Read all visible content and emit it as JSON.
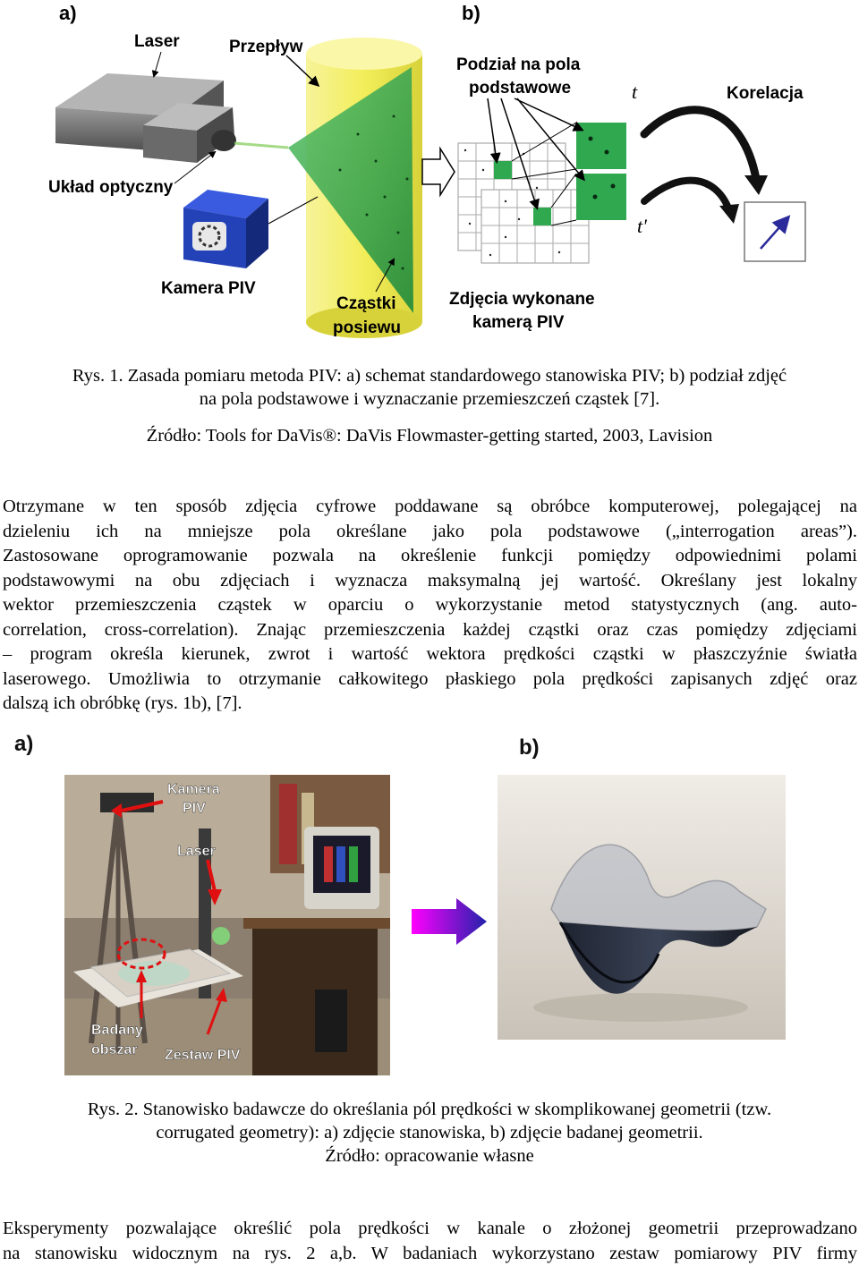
{
  "figure1": {
    "panel_a": "a)",
    "panel_b": "b)",
    "labels": {
      "laser": "Laser",
      "flow": "Przepływ",
      "optics": "Układ optyczny",
      "camera": "Kamera PIV",
      "seed_line1": "Cząstki",
      "seed_line2": "posiewu",
      "split_line1": "Podział na pola",
      "split_line2": "podstawowe",
      "t": "t",
      "t_prime": "t'",
      "correlation": "Korelacja",
      "photos_line1": "Zdjęcia wykonane",
      "photos_line2": "kamerą PIV"
    },
    "caption_line1": "Rys. 1. Zasada pomiaru metoda PIV: a) schemat standardowego stanowiska PIV; b) podział zdjęć",
    "caption_line2": "na pola podstawowe i wyznaczanie przemieszczeń cząstek [7].",
    "source": "Źródło: Tools for DaVis®: DaVis Flowmaster-getting started, 2003, Lavision"
  },
  "paragraph1": [
    "Otrzymane w ten sposób zdjęcia cyfrowe poddawane są obróbce komputerowej, polegającej na",
    "dzieleniu ich na mniejsze pola określane jako pola podstawowe („interrogation areas”).",
    "Zastosowane oprogramowanie pozwala na określenie funkcji pomiędzy odpowiednimi polami",
    "podstawowymi na obu zdjęciach i wyznacza maksymalną jej wartość. Określany jest lokalny",
    "wektor przemieszczenia cząstek w oparciu o wykorzystanie metod statystycznych (ang. auto-",
    "correlation, cross-correlation). Znając przemieszczenia każdej cząstki oraz czas pomiędzy zdjęciami",
    "– program określa kierunek, zwrot i wartość wektora prędkości cząstki w płaszczyźnie światła",
    "laserowego. Umożliwia to otrzymanie całkowitego płaskiego pola prędkości zapisanych zdjęć oraz",
    "dalszą ich obróbkę (rys. 1b), [7]."
  ],
  "figure2": {
    "panel_a": "a)",
    "panel_b": "b)",
    "labels": {
      "camera_line1": "Kamera",
      "camera_line2": "PIV",
      "laser": "Laser",
      "area_line1": "Badany",
      "area_line2": "obszar",
      "set": "Zestaw PIV"
    },
    "caption_line1": "Rys. 2. Stanowisko badawcze do określania pól prędkości w skomplikowanej geometrii (tzw.",
    "caption_line2": "corrugated geometry): a) zdjęcie stanowiska, b) zdjęcie badanej geometrii.",
    "source": "Źródło: opracowanie własne"
  },
  "paragraph2": [
    "Eksperymenty pozwalające określić pola prędkości w kanale o złożonej geometrii przeprowadzano",
    "na stanowisku widocznym na rys. 2 a,b. W badaniach wykorzystano zestaw pomiarowy PIV firmy"
  ],
  "colors": {
    "laser_body": "#6f6f6f",
    "flow_cylinder": "#f2ee5a",
    "laser_sheet": "#3aa34a",
    "camera_blue": "#2342b8",
    "grid_green": "#2fa84f",
    "vector_arrow": "#2a2a9a",
    "arrow_gradient_start": "#ff00ff",
    "arrow_gradient_end": "#2222aa",
    "callout_red": "#e01010"
  }
}
